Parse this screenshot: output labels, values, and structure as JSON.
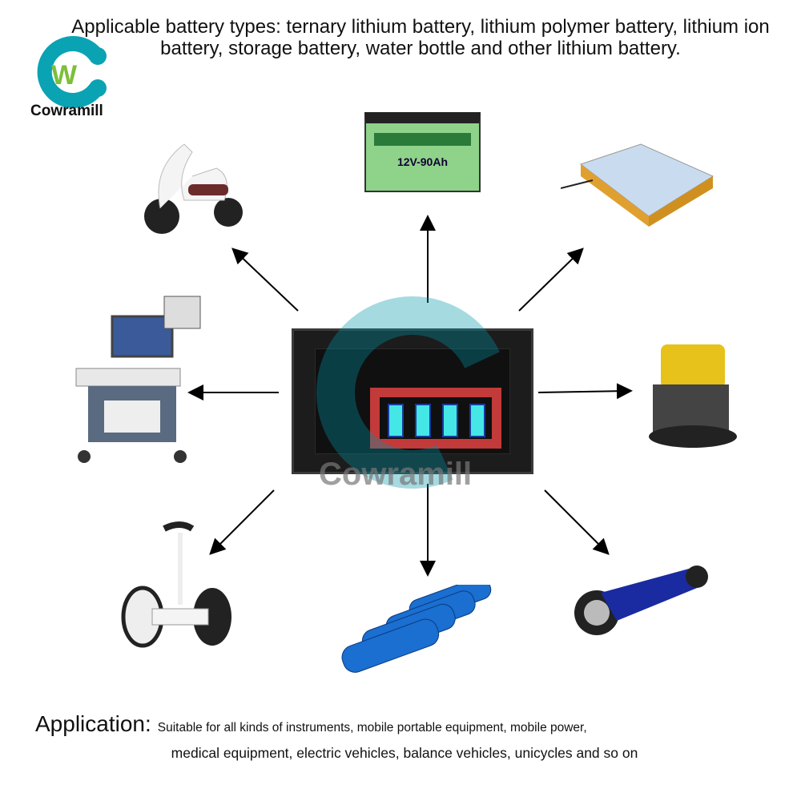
{
  "header": {
    "text": "Applicable battery types: ternary lithium battery, lithium polymer battery, lithium ion battery, storage battery, water bottle and other lithium battery."
  },
  "logo": {
    "name": "Cowramill",
    "letter": "W"
  },
  "products": {
    "lead_acid_label": "12V-90Ah"
  },
  "footer": {
    "title": "Application:",
    "line1": "Suitable for all kinds of instruments, mobile portable equipment, mobile power,",
    "line2": "medical equipment, electric vehicles, balance vehicles, unicycles and so on"
  },
  "colors": {
    "teal": "#0aa3b3",
    "green": "#7bbf3a",
    "display_red": "#c23a3a",
    "display_cyan": "#45e6e6"
  }
}
